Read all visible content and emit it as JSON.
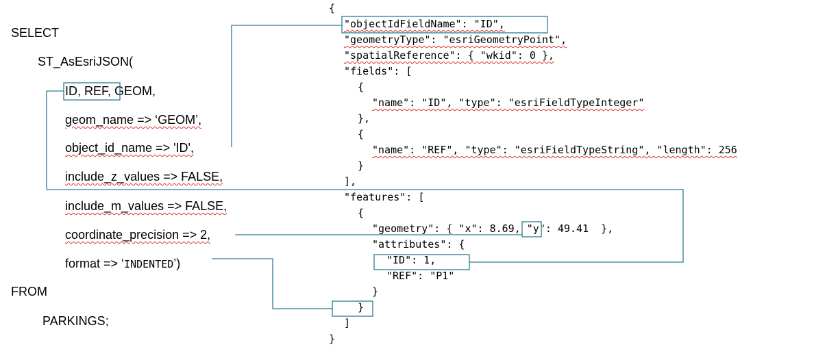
{
  "sql": {
    "select": "SELECT",
    "fn": "ST_AsEsriJSON(",
    "arg_boxed": "ID, REF,",
    "arg_rest": " GEOM,",
    "geom_name": "geom_name => ‘GEOM’,",
    "object_id_name": "object_id_name => 'ID',",
    "include_z": "include_z_values => FALSE,",
    "include_m": "include_m_values => FALSE,",
    "coord_precision": "coordinate_precision => 2,",
    "format_prefix": "format => ‘",
    "format_value": "INDENTED",
    "format_suffix": "’)",
    "from": "FROM",
    "table": "PARKINGS;"
  },
  "json": {
    "l1": "{",
    "l2": "\"objectIdFieldName\": \"ID\",",
    "l3": "\"geometryType\": \"esriGeometryPoint\",",
    "l4": "\"spatialReference\": { \"wkid\": 0 },",
    "l5": "\"fields\": [",
    "l6": "{",
    "l7": "\"name\": \"ID\", \"type\": \"esriFieldTypeInteger\"",
    "l8": "},",
    "l9": "{",
    "l10": "\"name\": \"REF\", \"type\": \"esriFieldTypeString\", \"length\": 256",
    "l11": "}",
    "l12": "],",
    "l13": "\"features\": [",
    "l14": "{",
    "l15": "\"geometry\": { \"x\": 8.69, \"y\": 49.41  },",
    "l16": "\"attributes\": {",
    "l17": "\"ID\": 1,",
    "l18": "\"REF\": \"P1\"",
    "l19": "}",
    "l20": "}",
    "l21": "]",
    "l22": "}"
  },
  "colors": {
    "connector": "#2a7d93",
    "squiggle": "#d33333"
  }
}
